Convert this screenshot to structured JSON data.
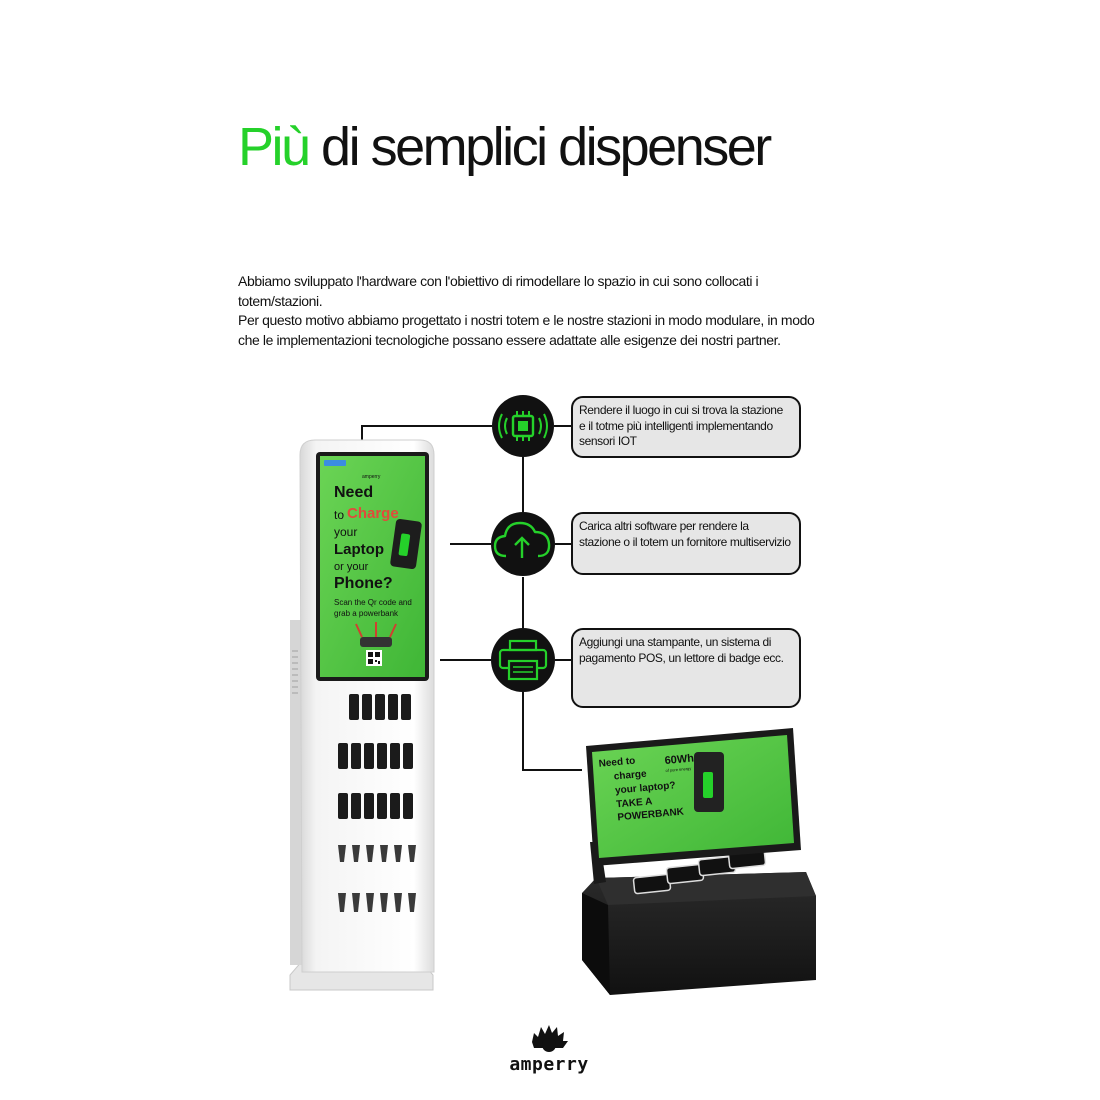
{
  "heading": {
    "accent": "Più",
    "rest": " di semplici dispenser"
  },
  "intro": {
    "paragraph_1": "Abbiamo sviluppato l'hardware con l'obiettivo di rimodellare lo spazio in cui sono collocati i totem/stazioni.",
    "paragraph_2": "Per questo motivo abbiamo progettato i nostri totem e le nostre stazioni in modo modulare, in modo che le implementazioni tecnologiche possano essere adattate alle esigenze dei nostri partner."
  },
  "features": [
    {
      "icon": "iot-chip-icon",
      "text": "Rendere il luogo in cui si trova la stazione e il totme più intelligenti implementando sensori IOT"
    },
    {
      "icon": "cloud-upload-icon",
      "text": "Carica altri software per rendere la stazione o il totem un fornitore multiservizio"
    },
    {
      "icon": "printer-icon",
      "text": "Aggiungi una stampante, un sistema di pagamento POS, un lettore di badge ecc."
    }
  ],
  "totem_screen": {
    "brand": "amperry",
    "line_need": "Need",
    "line_to": "to",
    "line_charge": "Charge",
    "line_your": "your",
    "line_laptop": "Laptop",
    "line_or_your": "or your",
    "line_phone": "Phone?",
    "line_scan_1": "Scan the Qr code and",
    "line_scan_2": "grab a powerbank"
  },
  "station_screen": {
    "line_1": "Need to",
    "line_2": "charge",
    "line_3": "your laptop?",
    "line_4": "TAKE A",
    "line_5": "POWERBANK",
    "badge": "60Wh",
    "badge_sub": "of pure energy"
  },
  "colors": {
    "accent_green": "#25d12a",
    "screen_green": "#5fce4a",
    "charge_red": "#e24a3b"
  },
  "footer": {
    "logo_word": "amperry"
  }
}
